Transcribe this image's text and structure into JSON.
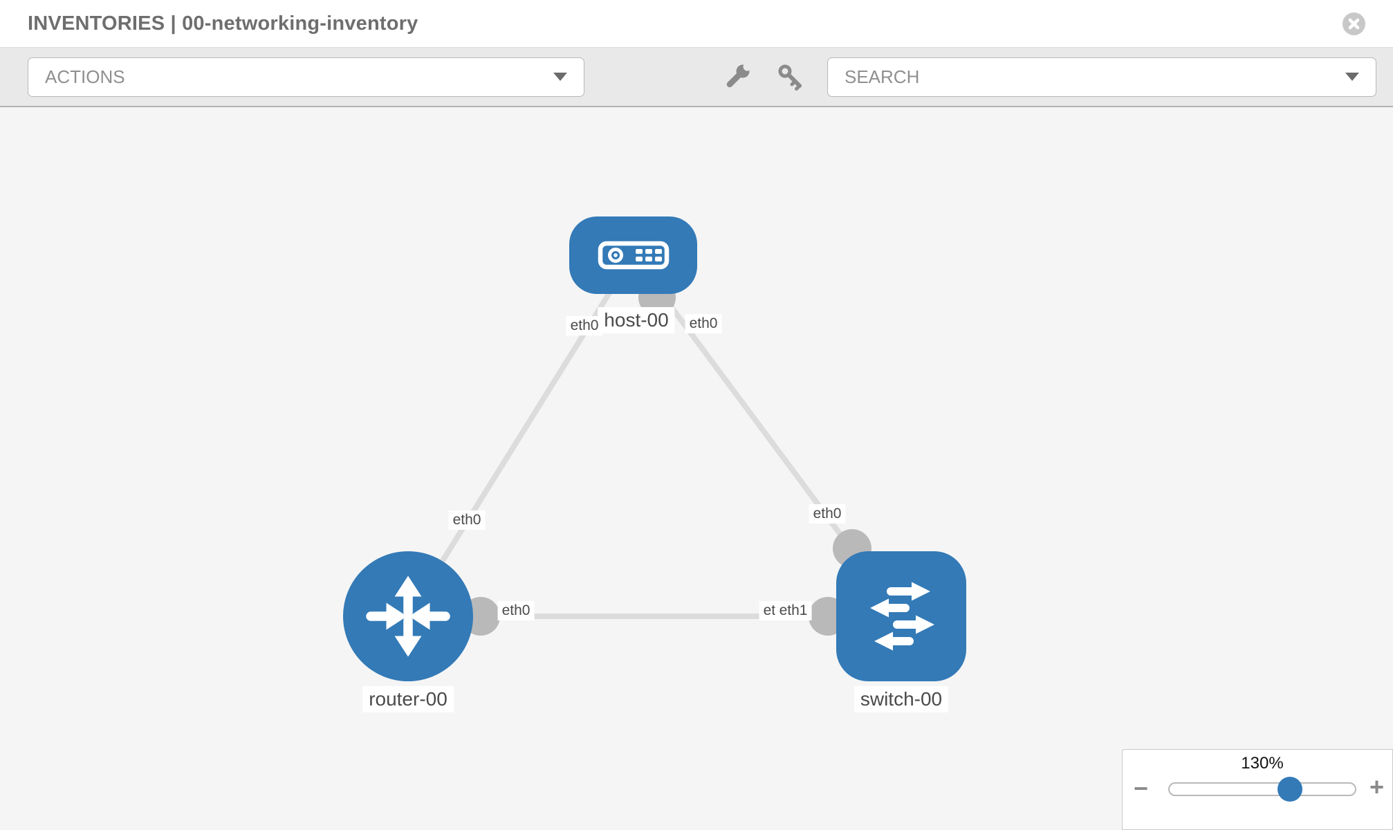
{
  "header": {
    "title": "INVENTORIES | 00-networking-inventory"
  },
  "toolbar": {
    "actions_label": "ACTIONS",
    "search_label": "SEARCH"
  },
  "topology": {
    "nodes": [
      {
        "label": "host-00",
        "type": "host"
      },
      {
        "label": "router-00",
        "type": "router"
      },
      {
        "label": "switch-00",
        "type": "switch"
      }
    ],
    "links": [
      {
        "from": "host-00",
        "to": "router-00",
        "from_interface": "eth0",
        "to_interface": "eth0"
      },
      {
        "from": "host-00",
        "to": "switch-00",
        "from_interface": "eth0",
        "to_interface": "eth0"
      },
      {
        "from": "router-00",
        "to": "switch-00",
        "from_interface": "eth0",
        "to_interface": "eth1"
      }
    ],
    "labels": {
      "host": "host-00",
      "router": "router-00",
      "switch": "switch-00",
      "if_host_router_at_host": "eth0",
      "if_host_switch_at_host": "eth0",
      "if_host_router_at_router": "eth0",
      "if_host_switch_at_switch": "eth0",
      "if_router_switch_at_router": "eth0",
      "if_router_switch_at_switch_back": "eth1",
      "if_router_switch_at_switch": "eth1"
    }
  },
  "zoom_control": {
    "level": "130%",
    "minus_label": "−",
    "plus_label": "+"
  },
  "icons": {
    "close": "close-circle-icon",
    "actions_caret": "chevron-down-icon",
    "search_caret": "chevron-down-icon",
    "tools": [
      "wrench-icon",
      "key-icon"
    ],
    "host": "server-icon",
    "router": "router-arrows-icon",
    "switch": "switch-arrows-icon",
    "zoom_out": "minus-icon",
    "zoom_in": "plus-icon"
  },
  "colors": {
    "node_blue": "#337ab7",
    "link_gray": "#dcdcdc",
    "connector_gray": "#b9b9b9",
    "canvas_bg": "#f5f5f5",
    "slider_handle_blue": "#337ab7"
  }
}
